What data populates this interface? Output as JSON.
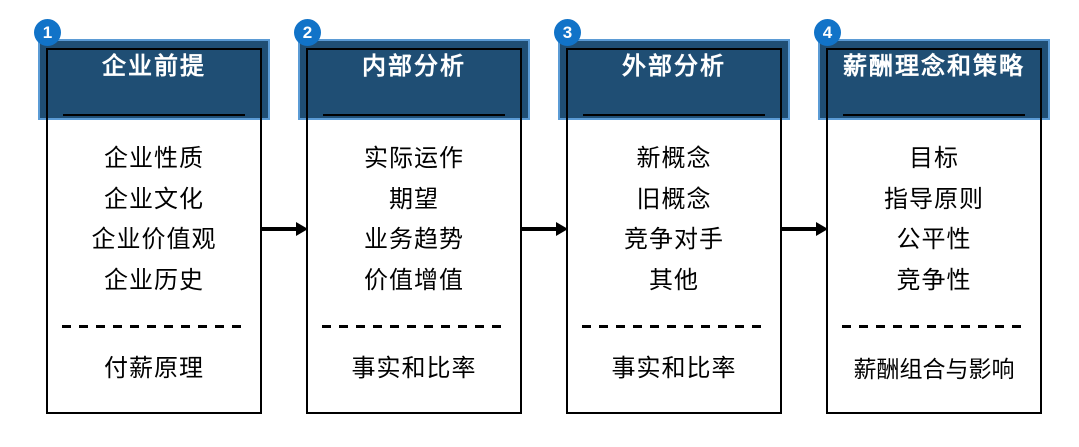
{
  "colors": {
    "page_bg": "#ffffff",
    "header_fill": "#1F4E74",
    "header_border": "#5B9BD5",
    "badge_fill": "#1173C8",
    "badge_text": "#ffffff",
    "box_border": "#000000",
    "text": "#000000",
    "title_text": "#ffffff",
    "arrow": "#000000"
  },
  "columns": [
    {
      "step": "1",
      "title": "企业前提",
      "items": [
        "企业性质",
        "企业文化",
        "企业价值观",
        "企业历史"
      ],
      "footer": "付薪原理"
    },
    {
      "step": "2",
      "title": "内部分析",
      "items": [
        "实际运作",
        "期望",
        "业务趋势",
        "价值增值"
      ],
      "footer": "事实和比率"
    },
    {
      "step": "3",
      "title": "外部分析",
      "items": [
        "新概念",
        "旧概念",
        "竞争对手",
        "其他"
      ],
      "footer": "事实和比率"
    },
    {
      "step": "4",
      "title": "薪酬理念和策略",
      "items": [
        "目标",
        "指导原则",
        "公平性",
        "竞争性"
      ],
      "footer": "薪酬组合与影响"
    }
  ]
}
